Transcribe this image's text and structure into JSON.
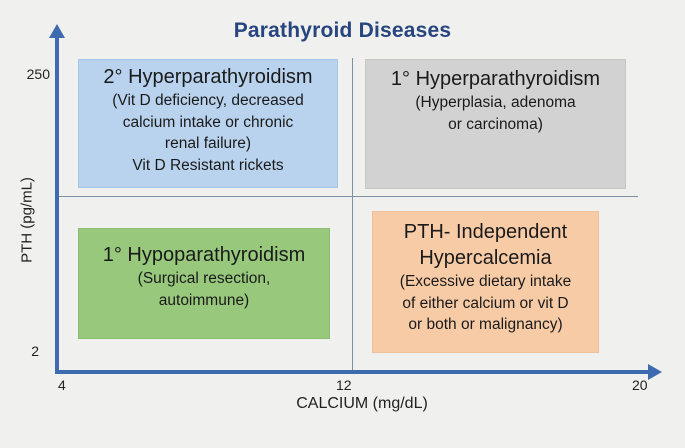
{
  "title": "Parathyroid Diseases",
  "colors": {
    "background": "#f0f0ee",
    "title_text": "#27457e",
    "axis": "#3e6bb0",
    "divider": "#7e90a4",
    "quadrant_top_left": "#b9d3ee",
    "quadrant_top_right": "#d2d2d2",
    "quadrant_bottom_left": "#97c87c",
    "quadrant_bottom_right": "#f8cba7"
  },
  "axes": {
    "y": {
      "label": "PTH (pg/mL)",
      "ticks": [
        "250",
        "2"
      ]
    },
    "x": {
      "label": "CALCIUM (mg/dL)",
      "ticks": [
        "4",
        "12",
        "20"
      ]
    }
  },
  "quadrants": {
    "top_left": {
      "heading": "2° Hyperparathyroidism",
      "lines": [
        "(Vit D deficiency, decreased",
        "calcium intake or chronic",
        "renal failure)",
        "Vit D Resistant rickets"
      ]
    },
    "top_right": {
      "heading": "1° Hyperparathyroidism",
      "lines": [
        "(Hyperplasia, adenoma",
        "or carcinoma)"
      ]
    },
    "bottom_left": {
      "heading": "1° Hypoparathyroidism",
      "lines": [
        "(Surgical resection,",
        "autoimmune)"
      ]
    },
    "bottom_right": {
      "heading": "PTH- Independent Hypercalcemia",
      "lines": [
        "(Excessive dietary intake",
        "of either calcium or vit D",
        "or both or malignancy)"
      ]
    }
  }
}
